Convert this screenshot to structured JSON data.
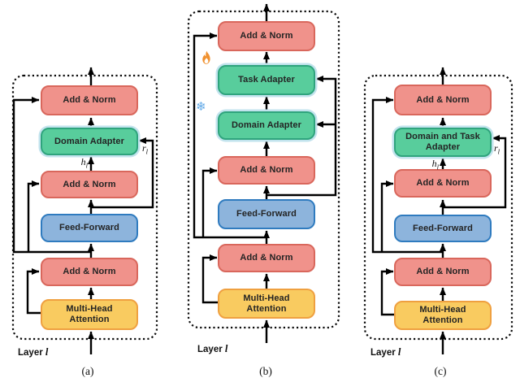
{
  "labels": {
    "add_norm": "Add & Norm",
    "domain_adapter": "Domain Adapter",
    "task_adapter": "Task Adapter",
    "domain_task_line1": "Domain and Task",
    "domain_task_line2": "Adapter",
    "feed_forward": "Feed-Forward",
    "attention_line1": "Multi-Head",
    "attention_line2": "Attention",
    "layer": "Layer",
    "layer_index": "l",
    "h_var": "h",
    "r_var": "r",
    "sub_index": "l"
  },
  "panels": {
    "a": {
      "caption": "(a)"
    },
    "b": {
      "caption": "(b)"
    },
    "c": {
      "caption": "(c)"
    }
  },
  "icons": {
    "trainable": "flame-icon",
    "frozen": "snowflake-icon",
    "snowflake_char": "❄"
  },
  "colors": {
    "add_norm_fill": "#F0928B",
    "add_norm_border": "#D9675C",
    "adapter_fill": "#58CD9C",
    "adapter_border": "#2FA47D",
    "adapter_glow": "#C2E3ED",
    "feed_forward_fill": "#8DB4DC",
    "feed_forward_border": "#2F7BBF",
    "attention_fill": "#F9CB60",
    "attention_border": "#EFA040",
    "line": "#000000",
    "flame": "#F0912F",
    "snowflake": "#61A9E7"
  }
}
